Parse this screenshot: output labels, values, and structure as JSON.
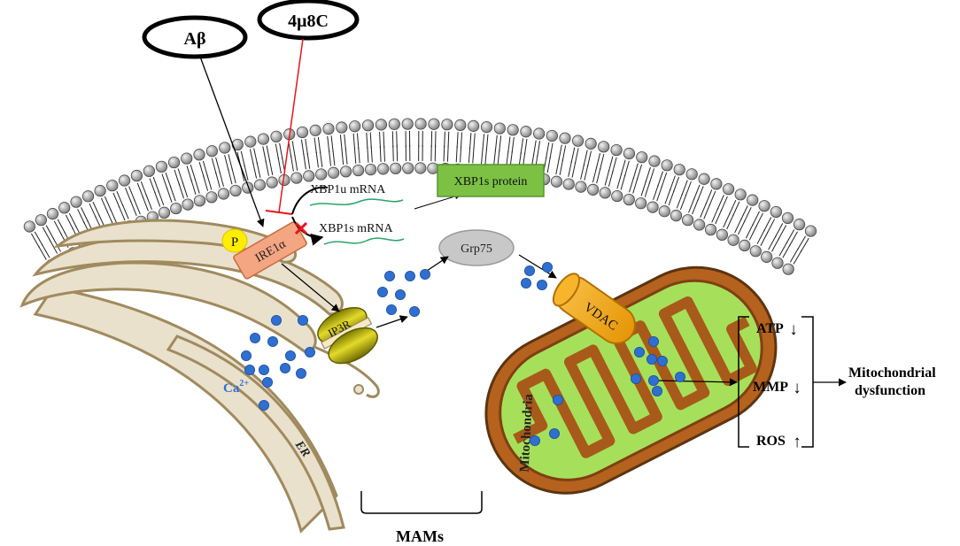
{
  "inputs": {
    "abeta": "Aβ",
    "inhibitor": "4μ8C"
  },
  "proteins": {
    "ire1a": "IRE1α",
    "phospho": "P",
    "ip3r": "IP3R",
    "grp75": "Grp75",
    "vdac": "VDAC",
    "xbp1s_protein": "XBP1s protein"
  },
  "mrna": {
    "xbp1u": "XBP1u mRNA",
    "xbp1s": "XBP1s mRNA"
  },
  "organelles": {
    "er": "ER",
    "mitochondria": "Mitochondria",
    "mams": "MAMs"
  },
  "ions": {
    "calcium_base": "Ca",
    "calcium_charge": "2+"
  },
  "outcomes": {
    "atp": "ATP",
    "mmp": "MMP",
    "ros": "ROS",
    "result_line1": "Mitochondrial",
    "result_line2": "dysfunction"
  },
  "colors": {
    "membrane_head": "#a9a9a9",
    "er_fill": "#ece5d3",
    "er_stroke": "#a08a5e",
    "ire1a_fill": "#f4a582",
    "phospho_fill": "#ffee00",
    "ip3r_fill": "#d4c71a",
    "grp75_fill": "#c8c8c8",
    "vdac_fill": "#f5a912",
    "xbp1s_fill": "#7cc144",
    "mito_outer": "#b4621d",
    "mito_inner": "#a6e05a",
    "calcium": "#2f6fd0",
    "inhibit": "#e8151b"
  }
}
